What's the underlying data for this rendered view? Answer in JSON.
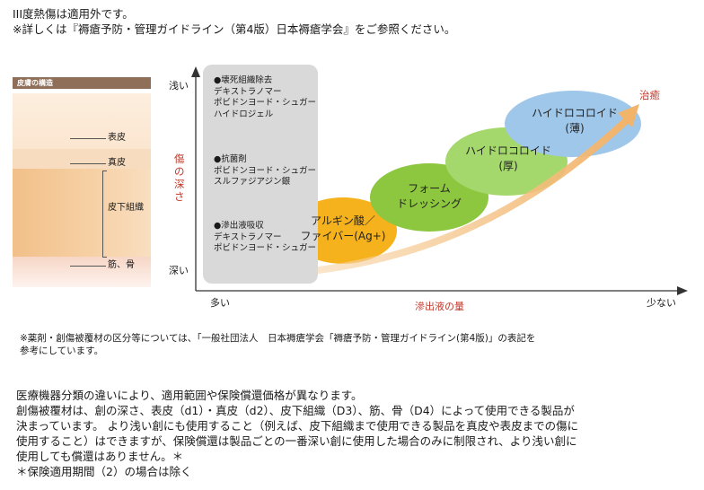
{
  "top_notes": {
    "line1": "III度熱傷は適用外です。",
    "line2": "※詳しくは『褥瘡予防・管理ガイドライン（第4版）日本褥瘡学会』をご参照ください。"
  },
  "skin": {
    "title": "皮膚の構造",
    "labels": [
      "表皮",
      "真皮",
      "皮下組織",
      "筋、骨"
    ]
  },
  "chart": {
    "y_axis": {
      "label": "傷の深さ",
      "top": "浅い",
      "bottom": "深い"
    },
    "x_axis": {
      "label": "滲出液の量",
      "left": "多い",
      "right": "少ない"
    },
    "goal_label": "治癒",
    "agents": [
      {
        "header": "●壊死組織除去",
        "items": [
          "デキストラノマー",
          "ポビドンヨード・シュガー",
          "ハイドロジェル"
        ]
      },
      {
        "header": "●抗菌剤",
        "items": [
          "ポビドンヨード・シュガー",
          "スルファジアジン銀"
        ]
      },
      {
        "header": "●滲出液吸収",
        "items": [
          "デキストラノマー",
          "ポビドンヨード・シュガー"
        ]
      }
    ],
    "dressings": [
      {
        "line1": "アルギン酸／",
        "line2": "ファイバー(Ag+)",
        "color": "#f5b21c"
      },
      {
        "line1": "フォーム",
        "line2": "ドレッシング",
        "color": "#8dc63f"
      },
      {
        "line1": "ハイドロコロイド",
        "line2": "(厚)",
        "color": "#a5d86c"
      },
      {
        "line1": "ハイドロコロイド",
        "line2": "(薄)",
        "color": "#9fc7ea"
      }
    ]
  },
  "footnote": {
    "line1": "※薬剤・創傷被覆材の区分等については、「一般社団法人　日本褥瘡学会「褥瘡予防・管理ガイドライン(第4版)」の表記を",
    "line2": "参考にしています。"
  },
  "body_text": {
    "line1": "医療機器分類の違いにより、適用範囲や保険償還価格が異なります。",
    "line2": "創傷被覆材は、創の深さ、表皮（d1）・真皮（d2）、皮下組織（D3）、筋、骨（D4）によって使用できる製品が",
    "line3": "決まっています。 より浅い創にも使用すること（例えば、皮下組織まで使用できる製品を真皮や表皮までの傷に",
    "line4": "使用すること）はできますが、保険償還は製品ごとの一番深い創に使用した場合のみに制限され、より浅い創に",
    "line5": "使用しても償還はありません。＊",
    "line6": "＊保険適用期間（2）の場合は除く"
  }
}
